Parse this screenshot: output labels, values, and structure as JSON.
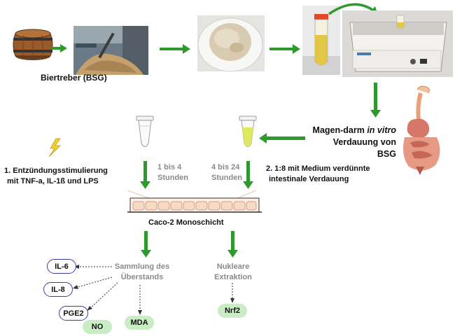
{
  "labels": {
    "bsg": "Biertreber (BSG)",
    "digestion_line1": "Magen-darm ",
    "digestion_invitro": "in vitro",
    "digestion_line2": "Verdauung von BSG",
    "step1_line1": "1.  Entzündungsstimulierung",
    "step1_line2": "mit TNF-a, IL-1ß und LPS",
    "step2_line1": "2.  1:8 mit Medium verdünnte",
    "step2_line2": "intestinale Verdauung",
    "time1_line1": "1 bis 4",
    "time1_line2": "Stunden",
    "time2_line1": "4 bis 24",
    "time2_line2": "Stunden",
    "monolayer": "Caco-2 Monoschicht",
    "supernatant_line1": "Sammlung  des",
    "supernatant_line2": "Überstands",
    "nuclear_line1": "Nukleare",
    "nuclear_line2": "Extraktion"
  },
  "markers": {
    "il6": "IL-6",
    "il8": "IL-8",
    "pge2": "PGE2",
    "no": "NO",
    "mda": "MDA",
    "nrf2": "Nrf2"
  },
  "colors": {
    "arrow_green": "#2e9a2e",
    "marker_outline": "#3b3bb5",
    "marker_green_fill": "#c9ecc4",
    "cell_fill": "#f8d9c4"
  }
}
